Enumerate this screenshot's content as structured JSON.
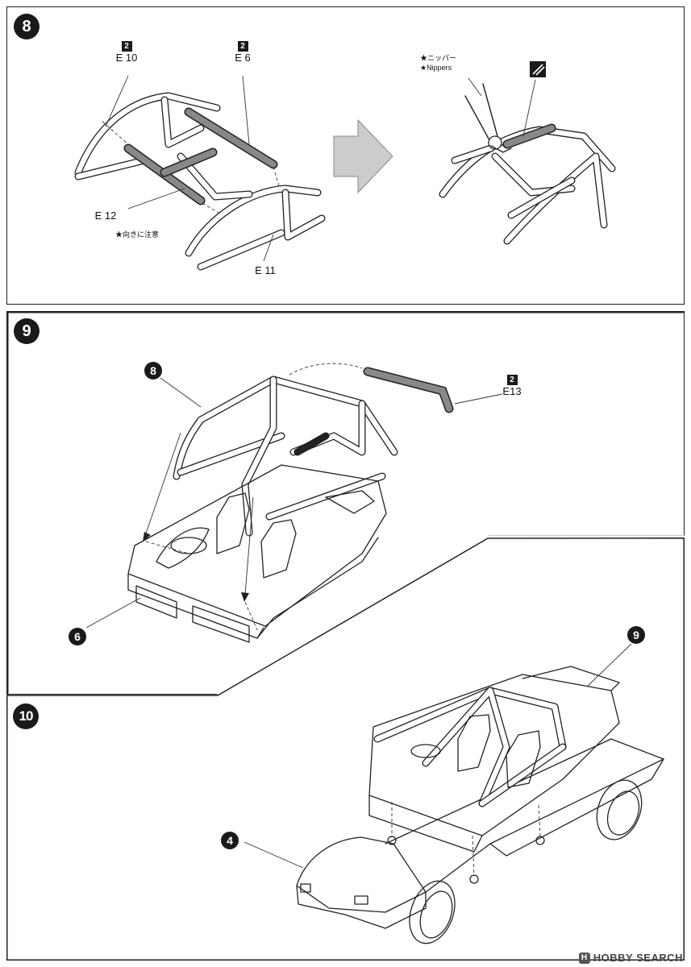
{
  "steps": {
    "s8": {
      "number": "8",
      "parts": [
        {
          "sheet": "2",
          "code": "E 10"
        },
        {
          "sheet": "2",
          "code": "E 6"
        },
        {
          "code": "E 12"
        },
        {
          "code": "E 11"
        }
      ],
      "orientation_note": "★向きに注意",
      "nippers_note_jp": "★ニッパー",
      "nippers_note_en": "★Nippers"
    },
    "s9": {
      "number": "9",
      "ref_rollcage": "8",
      "ref_body": "6",
      "part": {
        "sheet": "2",
        "code": "E13"
      }
    },
    "s10": {
      "number": "10",
      "ref_interior": "9",
      "ref_body": "4"
    }
  },
  "footer": {
    "brand": "HOBBY SEARCH",
    "logo_letter": "H"
  }
}
